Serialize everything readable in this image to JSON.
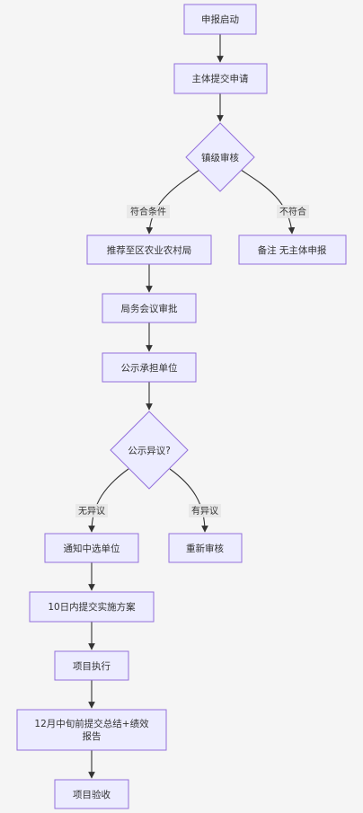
{
  "nodes": {
    "start": "申报启动",
    "submit": "主体提交申请",
    "town_review": "镇级审核",
    "recommend": "推荐至区农业农村局",
    "not_eligible_note": "备注 无主体申报",
    "bureau_meeting": "局务会议审批",
    "publicize": "公示承担单位",
    "publicity_objection": "公示异议?",
    "notify_selected": "通知中选单位",
    "re_review": "重新审核",
    "submit_plan": "10日内提交实施方案",
    "execute": "项目执行",
    "mid_december_line1": "12月中旬前提交总结+绩效",
    "mid_december_line2": "报告",
    "acceptance": "项目验收"
  },
  "edge_labels": {
    "eligible": "符合条件",
    "not_eligible": "不符合",
    "no_objection": "无异议",
    "has_objection": "有异议"
  },
  "colors": {
    "node_fill": "#ECECFF",
    "node_stroke": "#9370DB",
    "edge": "#333333",
    "background": "#f5f5f5"
  }
}
